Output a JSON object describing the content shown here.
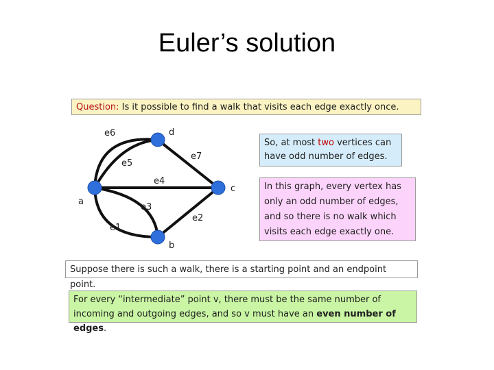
{
  "title": "Euler’s solution",
  "question": {
    "label": "Question:",
    "text": " Is it possible to find a walk that visits each edge exactly once."
  },
  "note_blue": {
    "line1_pre": "So, at most ",
    "line1_highlight": "two",
    "line1_post": " vertices can",
    "line2": "have odd number of edges."
  },
  "note_pink": {
    "lines": [
      "In this graph, every vertex has",
      "only an odd number of edges,",
      "and so there is no walk which",
      "visits each edge exactly one."
    ]
  },
  "note_walk": "Suppose there is such a walk, there is a starting point and an endpoint point.",
  "note_green": {
    "line1": "For every “intermediate” point v, there must be the same number of",
    "line2_pre": "incoming and outgoing edges, and so v must have an ",
    "line2_bold": "even number of edges",
    "line2_post": "."
  },
  "graph": {
    "vertices": [
      "a",
      "b",
      "c",
      "d"
    ],
    "edges": [
      {
        "name": "e1",
        "from": "a",
        "to": "b"
      },
      {
        "name": "e2",
        "from": "b",
        "to": "c"
      },
      {
        "name": "e3",
        "from": "a",
        "to": "b"
      },
      {
        "name": "e4",
        "from": "a",
        "to": "c"
      },
      {
        "name": "e5",
        "from": "a",
        "to": "d"
      },
      {
        "name": "e6",
        "from": "a",
        "to": "d"
      },
      {
        "name": "e7",
        "from": "d",
        "to": "c"
      }
    ],
    "vertex_color": "#2f6fdc",
    "edge_color": "#111111"
  }
}
